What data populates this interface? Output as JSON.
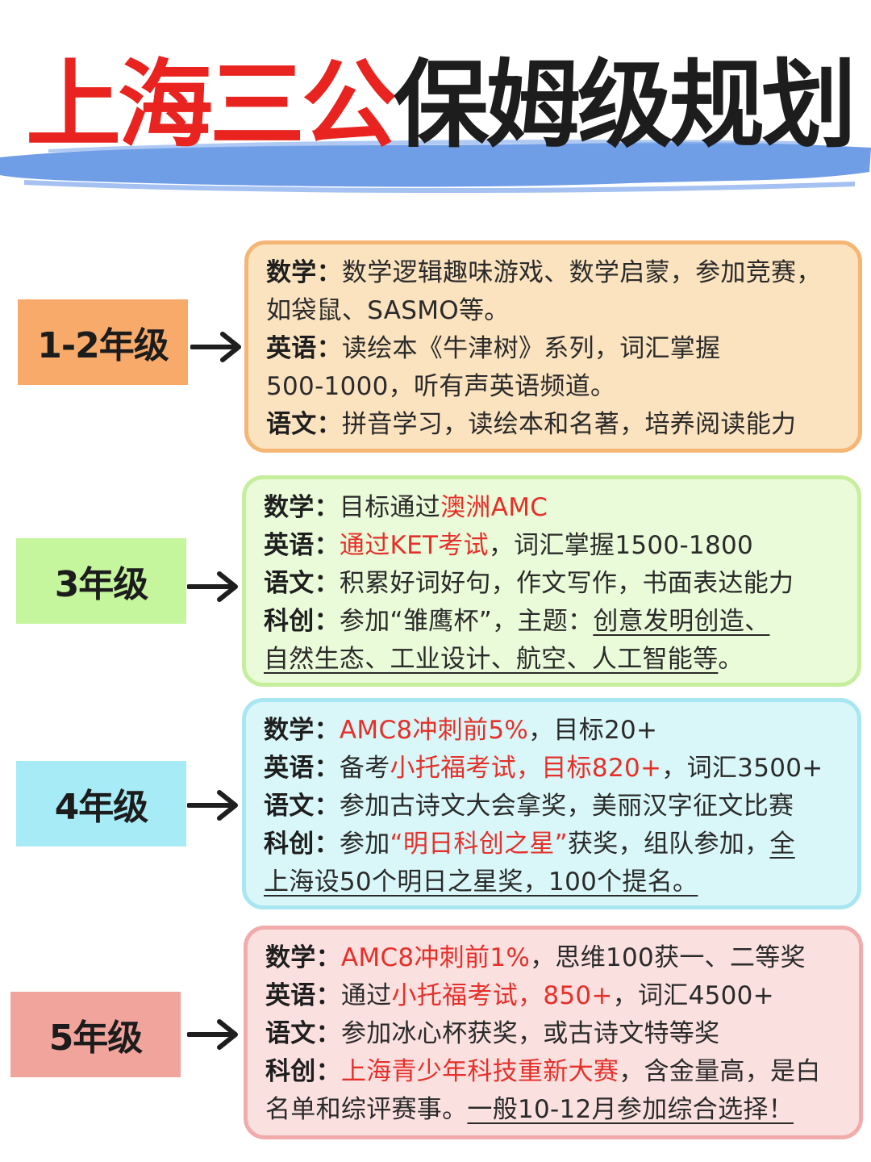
{
  "title": {
    "part_red": "上海三公",
    "part_dark": "保姆级规划"
  },
  "colors": {
    "title_red": "#e9231f",
    "brush_blue": "#6f9de6",
    "highlight_red": "#e5302a",
    "grade1_bg": "#f8aa6b",
    "card1_bg": "#fbe3bf",
    "card1_border": "#f5b675",
    "grade3_bg": "#c5f59d",
    "card3_bg": "#eafbd9",
    "card3_border": "#c7ee9d",
    "grade4_bg": "#a7ebf7",
    "card4_bg": "#d9f7f8",
    "card4_border": "#a8e6f1",
    "grade5_bg": "#f0a49c",
    "card5_bg": "#fbe0e0",
    "card5_border": "#f1abab"
  },
  "sections": [
    {
      "grade": "1-2年级",
      "lines": [
        [
          {
            "t": "数学：",
            "s": "lab"
          },
          {
            "t": "数学逻辑趣味游戏、数学启蒙，参加竞赛，"
          }
        ],
        [
          {
            "t": "如袋鼠、SASMO等。"
          }
        ],
        [
          {
            "t": "英语：",
            "s": "lab"
          },
          {
            "t": "读绘本《牛津树》系列，词汇掌握"
          }
        ],
        [
          {
            "t": "500-1000，听有声英语频道。"
          }
        ],
        [
          {
            "t": "语文：",
            "s": "lab"
          },
          {
            "t": "拼音学习，读绘本和名著，培养阅读能力"
          }
        ]
      ]
    },
    {
      "grade": "3年级",
      "lines": [
        [
          {
            "t": "数学：",
            "s": "lab"
          },
          {
            "t": "目标通过"
          },
          {
            "t": "澳洲AMC",
            "s": "hl"
          }
        ],
        [
          {
            "t": "英语：",
            "s": "lab"
          },
          {
            "t": "通过KET考试",
            "s": "hl"
          },
          {
            "t": "，词汇掌握1500-1800"
          }
        ],
        [
          {
            "t": "语文：",
            "s": "lab"
          },
          {
            "t": "积累好词好句，作文写作，书面表达能力"
          }
        ],
        [
          {
            "t": "科创：",
            "s": "lab"
          },
          {
            "t": "参加“雏鹰杯”，主题："
          },
          {
            "t": "创意发明创造、",
            "s": "ul"
          }
        ],
        [
          {
            "t": "自然生态、工业设计、航空、人工智能等",
            "s": "ul"
          },
          {
            "t": "。"
          }
        ]
      ]
    },
    {
      "grade": "4年级",
      "lines": [
        [
          {
            "t": "数学：",
            "s": "lab"
          },
          {
            "t": "AMC8冲刺前5%",
            "s": "hl"
          },
          {
            "t": "，目标20+"
          }
        ],
        [
          {
            "t": "英语：",
            "s": "lab"
          },
          {
            "t": "备考"
          },
          {
            "t": "小托福考试，目标820+",
            "s": "hl"
          },
          {
            "t": "，词汇3500+"
          }
        ],
        [
          {
            "t": "语文：",
            "s": "lab"
          },
          {
            "t": "参加古诗文大会拿奖，美丽汉字征文比赛"
          }
        ],
        [
          {
            "t": "科创：",
            "s": "lab"
          },
          {
            "t": "参加"
          },
          {
            "t": "“明日科创之星”",
            "s": "hl"
          },
          {
            "t": "获奖，组队参加，"
          },
          {
            "t": "全",
            "s": "ul"
          }
        ],
        [
          {
            "t": "上海设50个明日之星奖，100个提名。",
            "s": "ul"
          }
        ]
      ]
    },
    {
      "grade": "5年级",
      "lines": [
        [
          {
            "t": "数学：",
            "s": "lab"
          },
          {
            "t": "AMC8冲刺前1%",
            "s": "hl"
          },
          {
            "t": "，思维100获一、二等奖"
          }
        ],
        [
          {
            "t": "英语：",
            "s": "lab"
          },
          {
            "t": "通过"
          },
          {
            "t": "小托福考试，850+",
            "s": "hl"
          },
          {
            "t": "，词汇4500+"
          }
        ],
        [
          {
            "t": "语文：",
            "s": "lab"
          },
          {
            "t": "参加冰心杯获奖，或古诗文特等奖"
          }
        ],
        [
          {
            "t": "科创：",
            "s": "lab"
          },
          {
            "t": "上海青少年科技重新大赛",
            "s": "hl"
          },
          {
            "t": "，含金量高，是白"
          }
        ],
        [
          {
            "t": "名单和综评赛事。"
          },
          {
            "t": "一般10-12月参加综合选择！",
            "s": "ul"
          }
        ]
      ]
    }
  ]
}
